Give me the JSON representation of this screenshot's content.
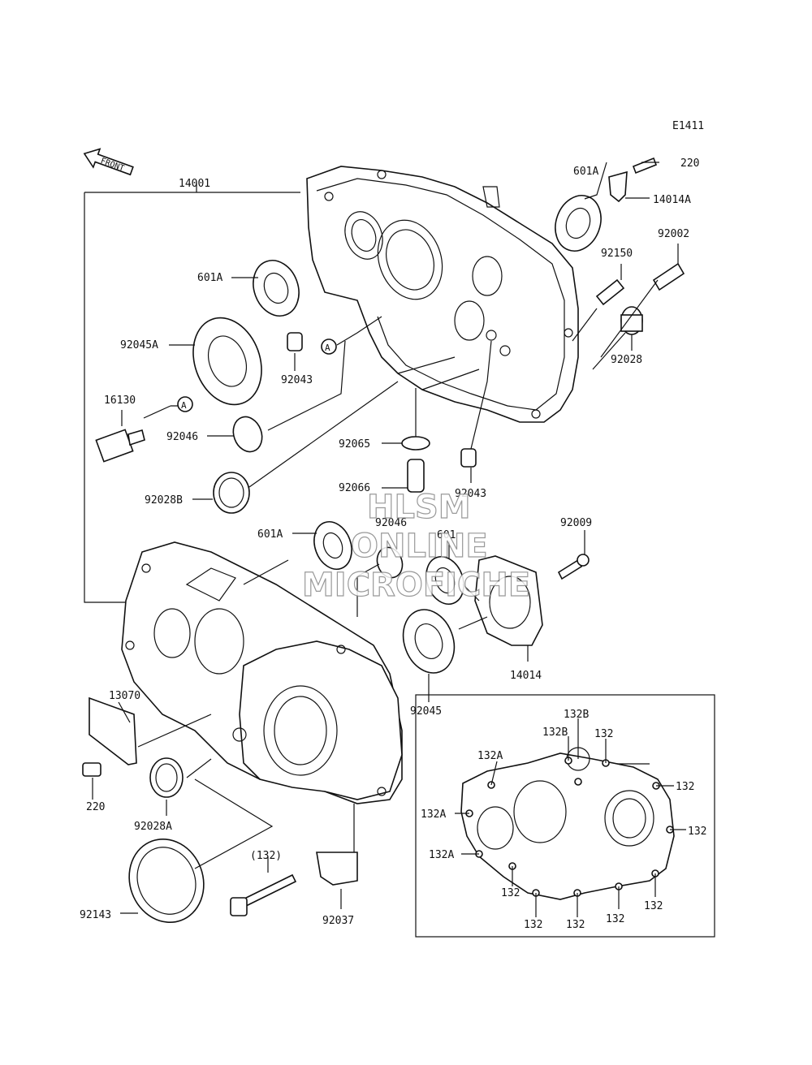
{
  "diagram": {
    "code": "E1411",
    "front_label": "FRONT",
    "ref_a": "A",
    "watermark": [
      "HLSM",
      "ONLINE",
      "MICROFICHE"
    ]
  },
  "callouts": {
    "c14001": "14001",
    "c220_top": "220",
    "c14014A": "14014A",
    "c601A_top_right": "601A",
    "c92002": "92002",
    "c92150": "92150",
    "c92028": "92028",
    "c601A_left": "601A",
    "c92045A": "92045A",
    "c92043_upper": "92043",
    "c16130": "16130",
    "c92046_left": "92046",
    "c92065": "92065",
    "c92028B": "92028B",
    "c92066": "92066",
    "c92043_lower": "92043",
    "c92046_mid": "92046",
    "c601A_mid": "601A",
    "c601": "601",
    "c92009": "92009",
    "c14014": "14014",
    "c92045": "92045",
    "c13070": "13070",
    "c220_bottom": "220",
    "c92028A": "92028A",
    "c132_paren": "(132)",
    "c92143": "92143",
    "c92037": "92037"
  },
  "inset_callouts": {
    "i132B_1": "132B",
    "i132B_2": "132B",
    "i132_1": "132",
    "i132A_top": "132A",
    "i132_right1": "132",
    "i132_right2": "132",
    "i132A_left1": "132A",
    "i132A_left2": "132A",
    "i132_b1": "132",
    "i132_b2": "132",
    "i132_b3": "132",
    "i132_b4": "132",
    "i132_b5": "132"
  }
}
